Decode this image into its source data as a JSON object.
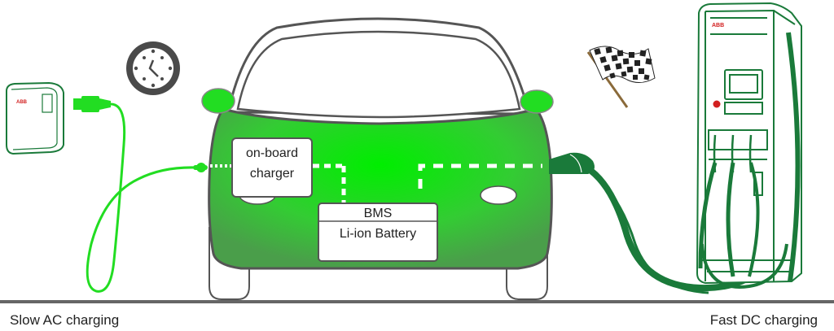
{
  "captions": {
    "left": "Slow AC charging",
    "right": "Fast DC charging"
  },
  "car": {
    "onboard_charger_line1": "on-board",
    "onboard_charger_line2": "charger",
    "bms_label": "BMS",
    "battery_label": "Li-ion Battery"
  },
  "brand": {
    "wallbox_logo": "ABB",
    "station_logo": "ABB"
  },
  "icons": {
    "clock": "clock-icon",
    "flag": "checkered-flag-icon"
  },
  "colors": {
    "bright_green": "#22dd22",
    "dark_green": "#1a7a3a",
    "body_green_center": "#00ee00",
    "body_green_edge": "#4aa84a",
    "outline": "#555555",
    "ground": "#666666",
    "logo_red": "#d22020"
  }
}
